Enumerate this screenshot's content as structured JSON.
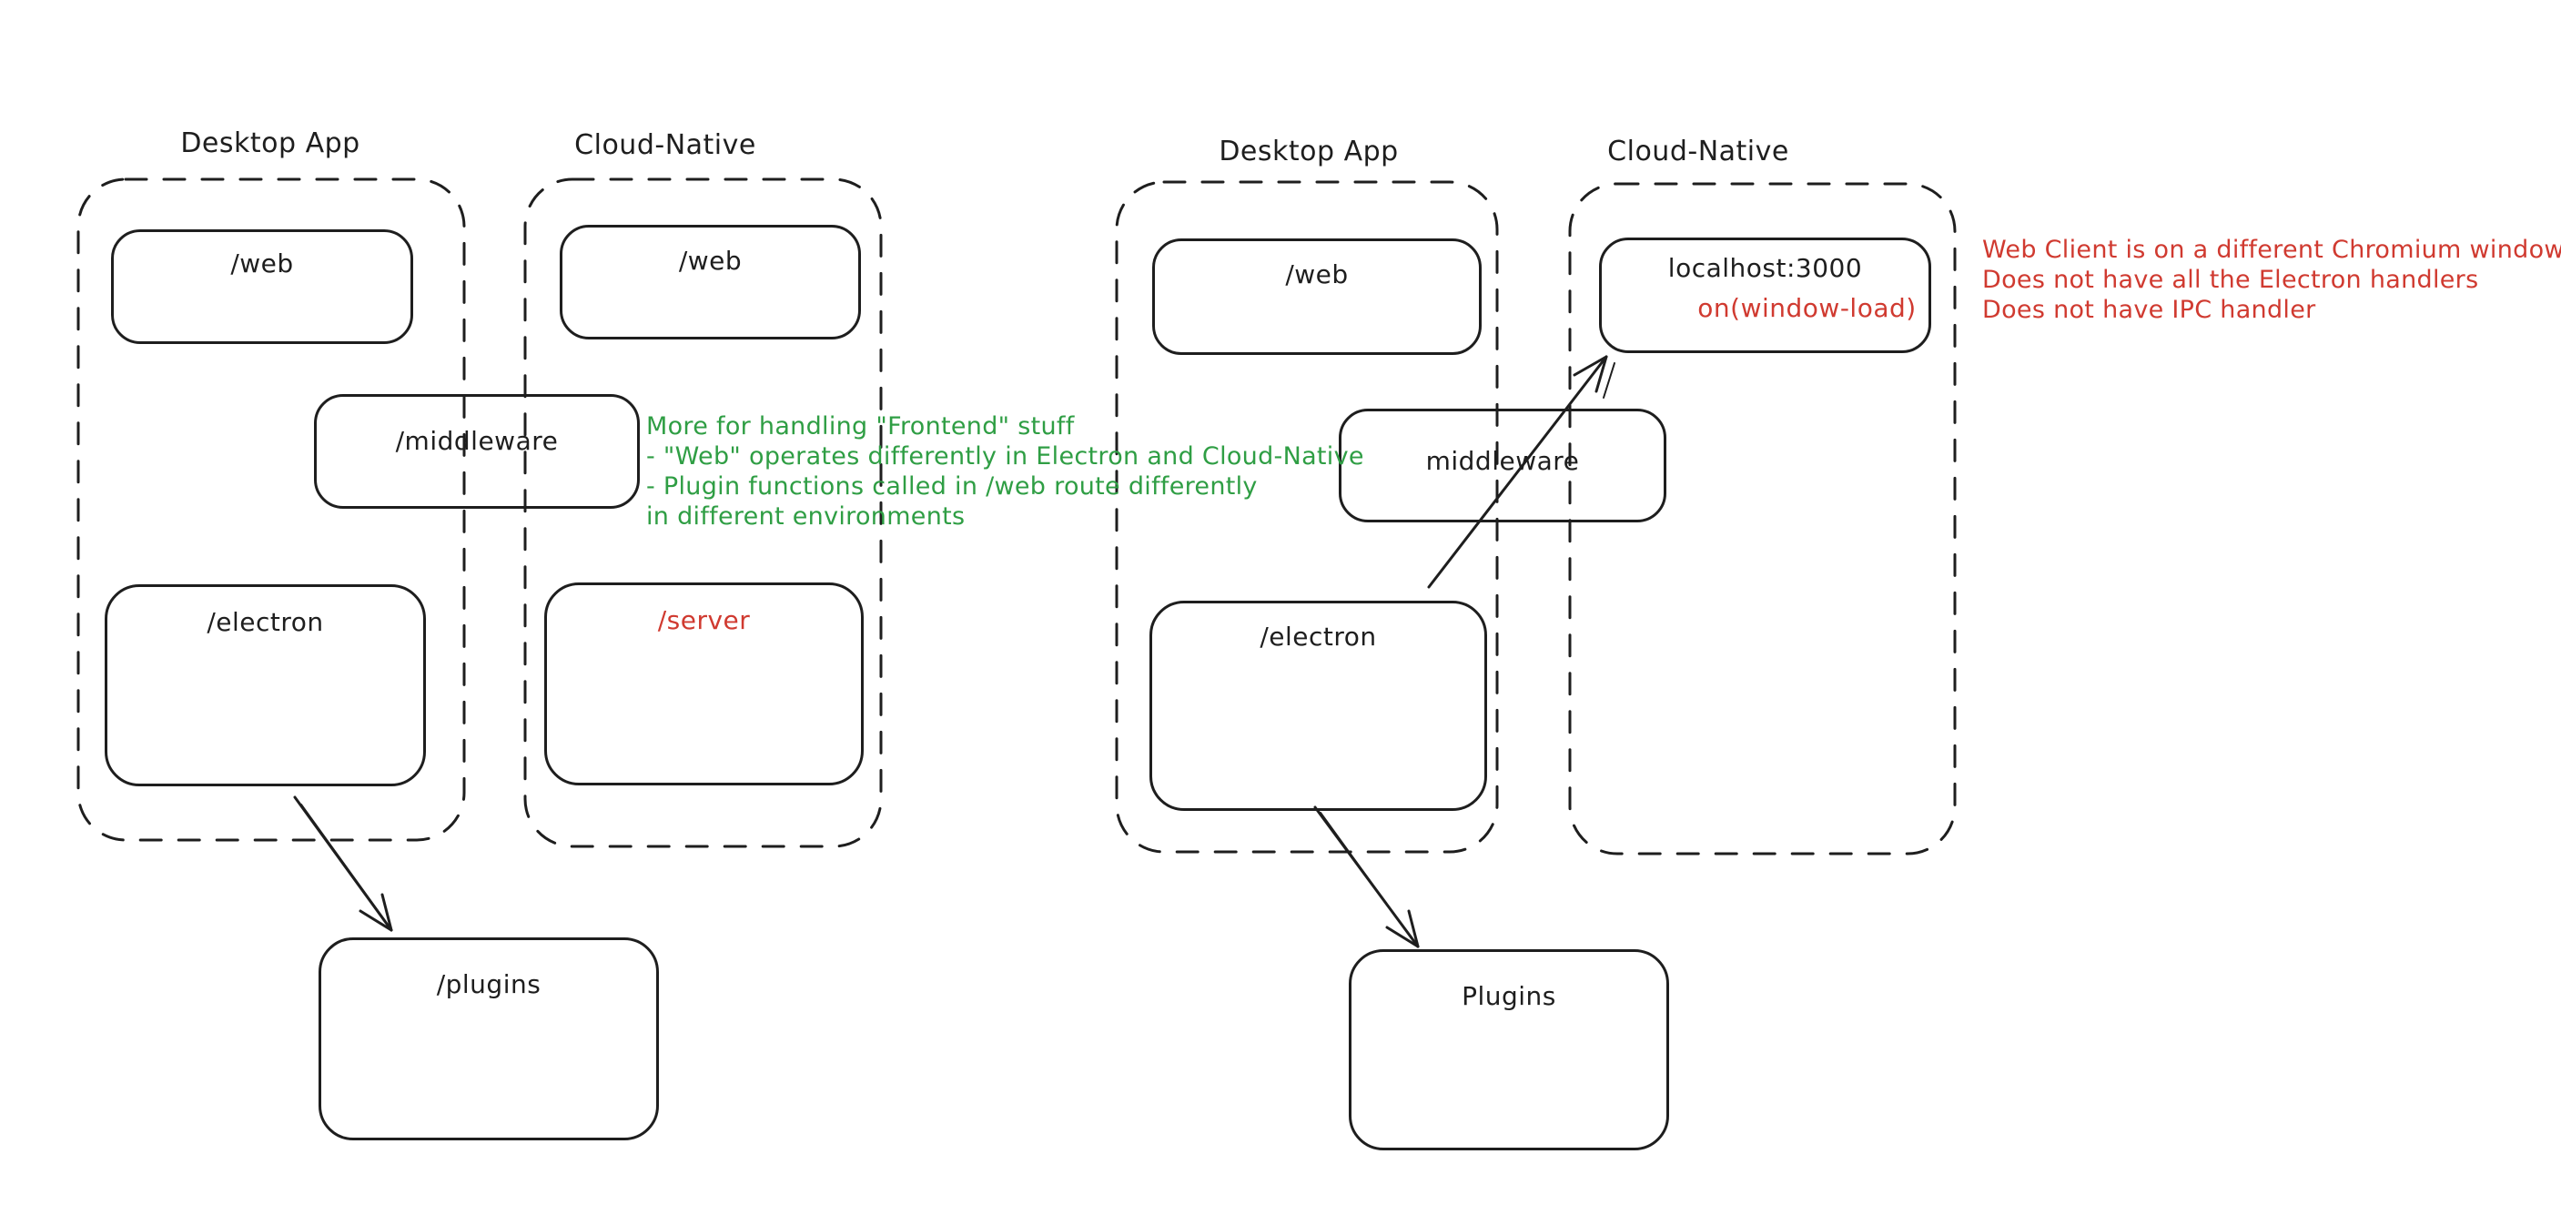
{
  "colors": {
    "ink": "#1e1e1e",
    "red": "#d03a30",
    "green": "#2f9e44",
    "background": "#ffffff"
  },
  "left_diagram": {
    "desktop_group": {
      "title": "Desktop App"
    },
    "cloud_group": {
      "title": "Cloud-Native"
    },
    "boxes": {
      "web_desktop": "/web",
      "web_cloud": "/web",
      "middleware": "/middleware",
      "electron": "/electron",
      "server": "/server",
      "plugins": "/plugins"
    },
    "green_note": {
      "lines": [
        "More for handling \"Frontend\" stuff",
        "- \"Web\" operates differently in Electron and Cloud-Native",
        "- Plugin functions called in /web route differently",
        "in different environments"
      ]
    }
  },
  "right_diagram": {
    "desktop_group": {
      "title": "Desktop App"
    },
    "cloud_group": {
      "title": "Cloud-Native"
    },
    "boxes": {
      "web_desktop": "/web",
      "middleware": "middleware",
      "electron": "/electron",
      "localhost": "localhost:3000",
      "window_load": "on(window-load)",
      "plugins": "Plugins"
    },
    "red_note": {
      "lines": [
        "Web Client is on a different Chromium window",
        "Does not have all the Electron handlers",
        "Does not have IPC handler"
      ]
    }
  }
}
